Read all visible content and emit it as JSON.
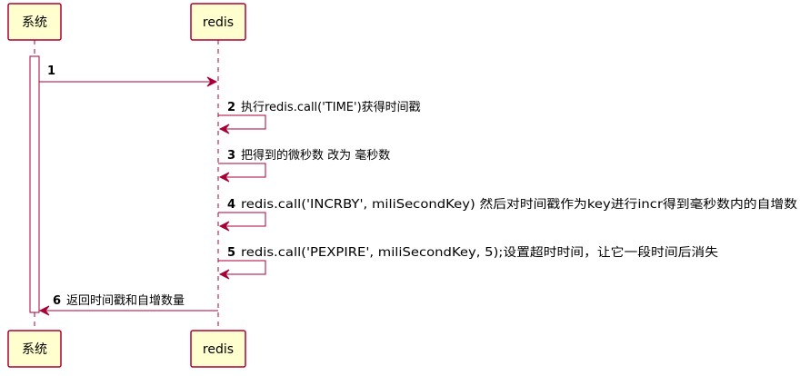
{
  "participants": [
    {
      "id": "system",
      "label": "系统"
    },
    {
      "id": "redis",
      "label": "redis"
    }
  ],
  "messages": [
    {
      "num": "1",
      "text": ""
    },
    {
      "num": "2",
      "text": "执行redis.call('TIME')获得时间戳"
    },
    {
      "num": "3",
      "text": "把得到的微秒数 改为 毫秒数"
    },
    {
      "num": "4",
      "text": "redis.call('INCRBY', miliSecondKey) 然后对时间戳作为key进行incr得到毫秒数内的自增数"
    },
    {
      "num": "5",
      "text": "redis.call('PEXPIRE', miliSecondKey, 5);设置超时时间，让它一段时间后消失"
    },
    {
      "num": "6",
      "text": "返回时间戳和自增数量"
    }
  ],
  "colors": {
    "border": "#A80036",
    "participant_fill": "#FEFECE"
  }
}
